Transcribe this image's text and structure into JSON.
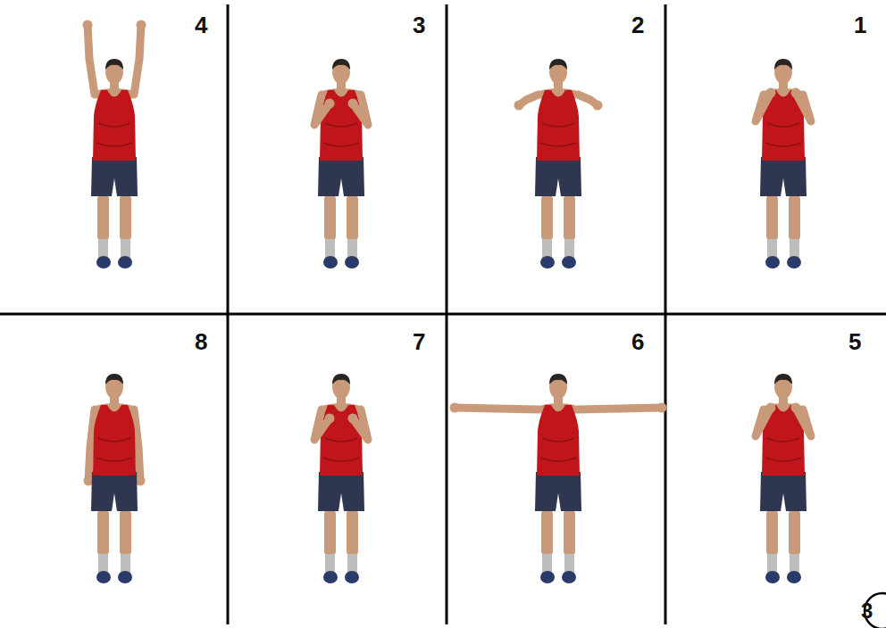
{
  "diagram": {
    "labels": [
      "4",
      "3",
      "2",
      "1",
      "8",
      "7",
      "6",
      "5",
      "3"
    ]
  }
}
